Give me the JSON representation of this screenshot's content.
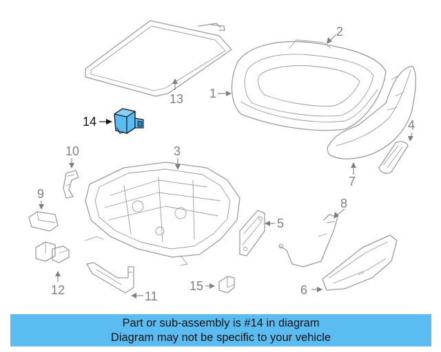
{
  "callouts": {
    "c1": "1",
    "c2": "2",
    "c3": "3",
    "c4": "4",
    "c5": "5",
    "c6": "6",
    "c7": "7",
    "c8": "8",
    "c9": "9",
    "c10": "10",
    "c11": "11",
    "c12": "12",
    "c13": "13",
    "c14": "14",
    "c15": "15"
  },
  "highlighted_part": "14",
  "colors": {
    "highlight": "#5bbcf2",
    "banner": "#5bbcf2",
    "lines": "#9a9a9a"
  },
  "banner": {
    "line1": "Part or sub-assembly is #14 in diagram",
    "line2": "Diagram may not be specific to your vehicle"
  }
}
